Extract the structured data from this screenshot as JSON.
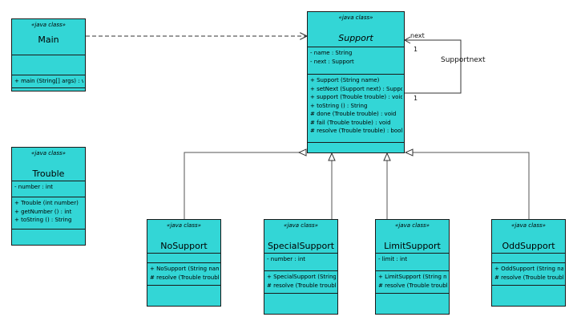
{
  "main": {
    "stereotype": "«java class»",
    "name": "Main",
    "attributes": [],
    "operations": [
      "+ main (String[] args) : vo"
    ]
  },
  "support": {
    "stereotype": "«java class»",
    "name": "Support",
    "attributes": [
      "- name  : String",
      "- next  : Support"
    ],
    "operations": [
      "+ Support (String name)",
      "+ setNext (Support next) : Support",
      "+ support (Trouble trouble) : void",
      "+ toString () : String",
      "# done (Trouble trouble) : void",
      "# fail (Trouble trouble) : void",
      "# resolve (Trouble trouble) : bool"
    ]
  },
  "trouble": {
    "stereotype": "«java class»",
    "name": "Trouble",
    "attributes": [
      "- number  : int"
    ],
    "operations": [
      "+ Trouble (int number)",
      "+ getNumber () : int",
      "+ toString () : String"
    ]
  },
  "nosupport": {
    "stereotype": "«java class»",
    "name": "NoSupport",
    "attributes": [],
    "operations": [
      "+ NoSupport (String nam",
      "# resolve (Trouble troubl"
    ]
  },
  "specialsupport": {
    "stereotype": "«java class»",
    "name": "SpecialSupport",
    "attributes": [
      "- number  : int"
    ],
    "operations": [
      "+ SpecialSupport (String",
      "# resolve (Trouble troubl"
    ]
  },
  "limitsupport": {
    "stereotype": "«java class»",
    "name": "LimitSupport",
    "attributes": [
      "- limit  : int"
    ],
    "operations": [
      "+ LimitSupport (String na",
      "# resolve (Trouble troubl"
    ]
  },
  "oddsupport": {
    "stereotype": "«java class»",
    "name": "OddSupport",
    "attributes": [],
    "operations": [
      "+ OddSupport (String na",
      "# resolve (Trouble troubl"
    ]
  },
  "self_association": {
    "role": "next",
    "name": "Supportnext",
    "mult_top": "1",
    "mult_bottom": "1"
  },
  "colors": {
    "class_fill": "#33d6d6",
    "line": "#333333"
  }
}
